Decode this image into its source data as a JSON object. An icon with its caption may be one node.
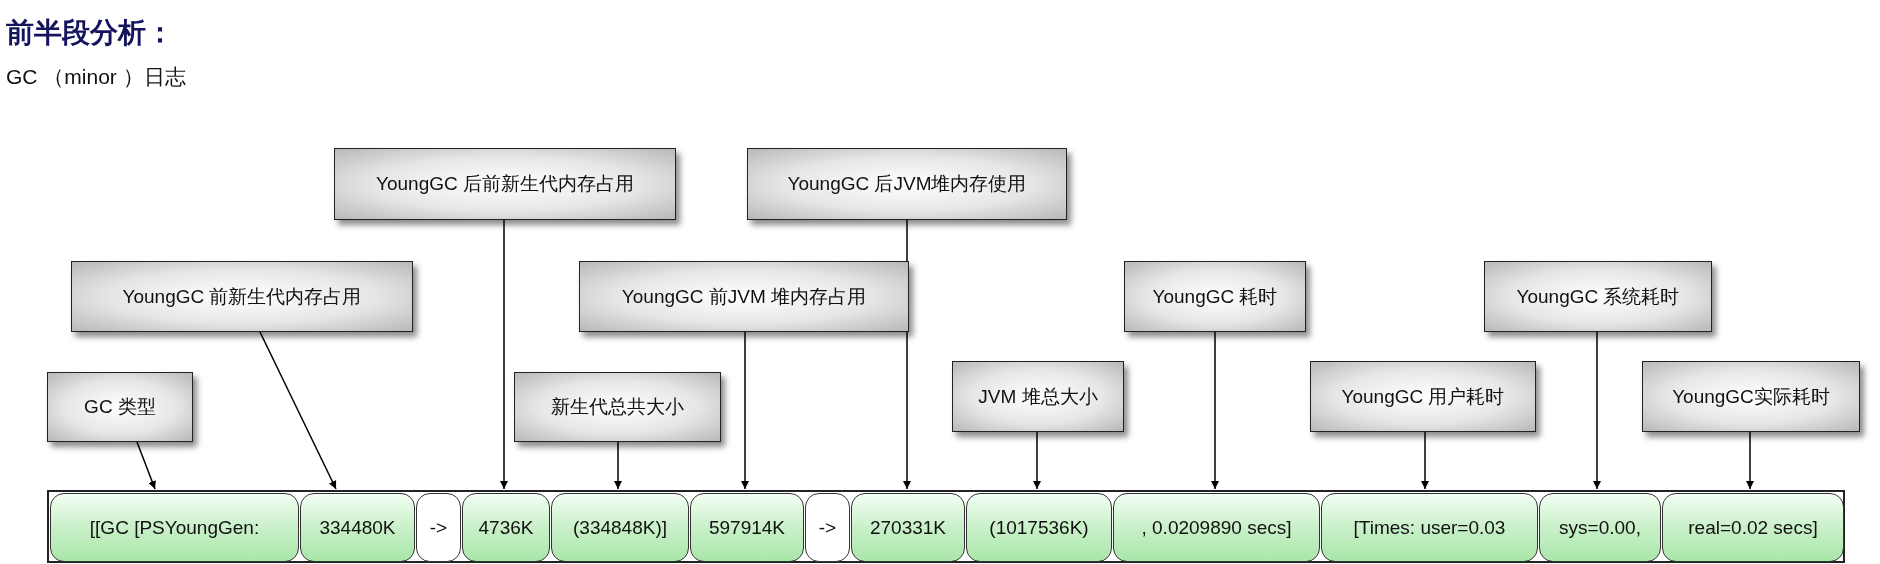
{
  "diagram": {
    "title": "前半段分析：",
    "nodes": [
      {
        "text": [
          "YoungGC 后前新生代内存占用"
        ]
      },
      {
        "text": [
          "YoungGC 后JVM堆内存使用"
        ]
      },
      {
        "text": [
          "YoungGC 前新生代内存占用"
        ]
      },
      {
        "text": [
          "YoungGC 前JVM 堆内存占用"
        ]
      },
      {
        "text": [
          "YoungGC 耗时"
        ]
      },
      {
        "text": [
          "YoungGC 系统耗时"
        ]
      },
      {
        "text": [
          "GC 类型"
        ]
      },
      {
        "text": [
          "新生代总共大小"
        ]
      },
      {
        "text": [
          "JVM 堆总大小"
        ]
      },
      {
        "text": [
          "YoungGC 用户耗时"
        ]
      },
      {
        "text": [
          "YoungGC实际耗时"
        ]
      },
      {
        "text": [],
        "shape": "box"
      },
      {
        "text": [
          "[[GC [PSYoungGen:"
        ],
        "in": 11
      },
      {
        "text": [
          "334480K"
        ],
        "in": 11
      },
      {
        "text": [
          "->"
        ],
        "in": 11
      },
      {
        "text": [
          "4736K"
        ],
        "in": 11
      },
      {
        "text": [
          "(334848K)]"
        ],
        "in": 11
      },
      {
        "text": [
          "597914K"
        ],
        "in": 11
      },
      {
        "text": [
          "->"
        ],
        "in": 11
      },
      {
        "text": [
          "270331K"
        ],
        "in": 11
      },
      {
        "text": [
          "(1017536K)"
        ],
        "in": 11
      },
      {
        "text": [
          ", 0.0209890 secs]"
        ],
        "in": 11
      },
      {
        "text": [
          "[Times: user=0.03"
        ],
        "in": 11
      },
      {
        "text": [
          "sys=0.00,"
        ],
        "in": 11
      },
      {
        "text": [
          "real=0.02 secs]"
        ],
        "in": 11
      }
    ],
    "edges": [
      {
        "from": 6,
        "to": 12,
        "arrow": "to"
      },
      {
        "from": 2,
        "to": 13,
        "arrow": "to"
      },
      {
        "from": 0,
        "to": 15,
        "arrow": "to"
      },
      {
        "from": 7,
        "to": 16,
        "arrow": "to"
      },
      {
        "from": 3,
        "to": 17,
        "arrow": "to"
      },
      {
        "from": 1,
        "to": 19,
        "arrow": "to"
      },
      {
        "from": 8,
        "to": 20,
        "arrow": "to"
      },
      {
        "from": 4,
        "to": 21,
        "arrow": "to"
      },
      {
        "from": 9,
        "to": 22,
        "arrow": "to"
      },
      {
        "from": 5,
        "to": 23,
        "arrow": "to"
      },
      {
        "from": 10,
        "to": 24,
        "arrow": "to"
      }
    ],
    "labels": [
      "GC （minor ）日志"
    ]
  }
}
